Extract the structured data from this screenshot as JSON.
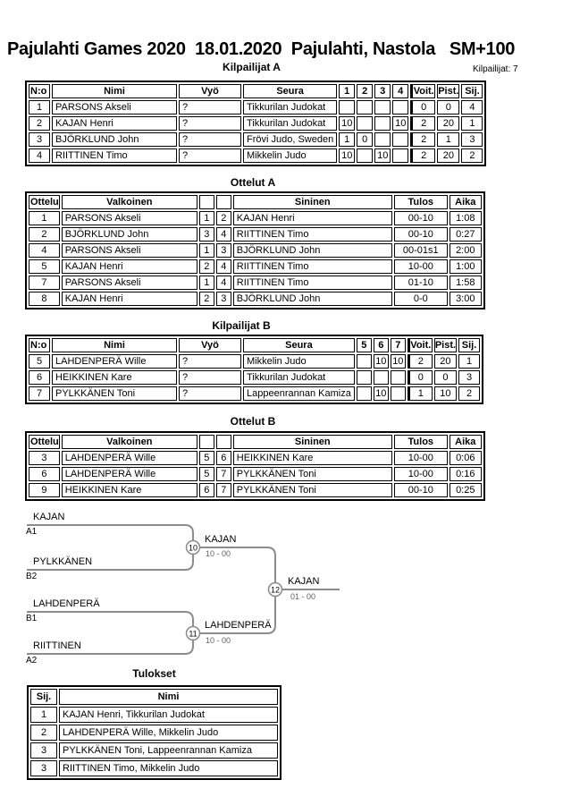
{
  "page": {
    "title": "Pajulahti Games 2020  18.01.2020  Pajulahti, Nastola   SM+100",
    "participants_label": "Kilpailijat: 7"
  },
  "pool_a": {
    "heading": "Kilpailijat A",
    "headers": {
      "no": "N:o",
      "name": "Nimi",
      "belt": "Vyö",
      "club": "Seura",
      "c1": "1",
      "c2": "2",
      "c3": "3",
      "c4": "4",
      "wins": "Voit.",
      "points": "Pist.",
      "place": "Sij."
    },
    "rows": [
      {
        "no": "1",
        "name": "PARSONS Akseli",
        "belt": "?",
        "club": "Tikkurilan Judokat",
        "c1": "",
        "c2": "",
        "c3": "",
        "c4": "",
        "wins": "0",
        "points": "0",
        "place": "4"
      },
      {
        "no": "2",
        "name": "KAJAN Henri",
        "belt": "?",
        "club": "Tikkurilan Judokat",
        "c1": "10",
        "c2": "",
        "c3": "",
        "c4": "10",
        "wins": "2",
        "points": "20",
        "place": "1"
      },
      {
        "no": "3",
        "name": "BJÖRKLUND John",
        "belt": "?",
        "club": "Frövi Judo, Sweden",
        "c1": "1",
        "c2": "0",
        "c3": "",
        "c4": "",
        "wins": "2",
        "points": "1",
        "place": "3"
      },
      {
        "no": "4",
        "name": "RIITTINEN Timo",
        "belt": "?",
        "club": "Mikkelin Judo",
        "c1": "10",
        "c2": "",
        "c3": "10",
        "c4": "",
        "wins": "2",
        "points": "20",
        "place": "2"
      }
    ]
  },
  "matches_a": {
    "heading": "Ottelut A",
    "headers": {
      "match": "Ottelu",
      "white": "Valkoinen",
      "blue": "Sininen",
      "result": "Tulos",
      "time": "Aika"
    },
    "rows": [
      {
        "no": "1",
        "white": "PARSONS Akseli",
        "wn": "1",
        "bn": "2",
        "blue": "KAJAN Henri",
        "result": "00-10",
        "time": "1:08"
      },
      {
        "no": "2",
        "white": "BJÖRKLUND John",
        "wn": "3",
        "bn": "4",
        "blue": "RIITTINEN Timo",
        "result": "00-10",
        "time": "0:27"
      },
      {
        "no": "4",
        "white": "PARSONS Akseli",
        "wn": "1",
        "bn": "3",
        "blue": "BJÖRKLUND John",
        "result": "00-01s1",
        "time": "2:00"
      },
      {
        "no": "5",
        "white": "KAJAN Henri",
        "wn": "2",
        "bn": "4",
        "blue": "RIITTINEN Timo",
        "result": "10-00",
        "time": "1:00"
      },
      {
        "no": "7",
        "white": "PARSONS Akseli",
        "wn": "1",
        "bn": "4",
        "blue": "RIITTINEN Timo",
        "result": "01-10",
        "time": "1:58"
      },
      {
        "no": "8",
        "white": "KAJAN Henri",
        "wn": "2",
        "bn": "3",
        "blue": "BJÖRKLUND John",
        "result": "0-0",
        "time": "3:00"
      }
    ]
  },
  "pool_b": {
    "heading": "Kilpailijat B",
    "headers": {
      "no": "N:o",
      "name": "Nimi",
      "belt": "Vyö",
      "club": "Seura",
      "c1": "5",
      "c2": "6",
      "c3": "7",
      "wins": "Voit.",
      "points": "Pist.",
      "place": "Sij."
    },
    "rows": [
      {
        "no": "5",
        "name": "LAHDENPERÄ Wille",
        "belt": "?",
        "club": "Mikkelin Judo",
        "c1": "",
        "c2": "10",
        "c3": "10",
        "wins": "2",
        "points": "20",
        "place": "1"
      },
      {
        "no": "6",
        "name": "HEIKKINEN Kare",
        "belt": "?",
        "club": "Tikkurilan Judokat",
        "c1": "",
        "c2": "",
        "c3": "",
        "wins": "0",
        "points": "0",
        "place": "3"
      },
      {
        "no": "7",
        "name": "PYLKKÄNEN Toni",
        "belt": "?",
        "club": "Lappeenrannan Kamiza",
        "c1": "",
        "c2": "10",
        "c3": "",
        "wins": "1",
        "points": "10",
        "place": "2"
      }
    ]
  },
  "matches_b": {
    "heading": "Ottelut B",
    "headers": {
      "match": "Ottelu",
      "white": "Valkoinen",
      "blue": "Sininen",
      "result": "Tulos",
      "time": "Aika"
    },
    "rows": [
      {
        "no": "3",
        "white": "LAHDENPERÄ Wille",
        "wn": "5",
        "bn": "6",
        "blue": "HEIKKINEN Kare",
        "result": "10-00",
        "time": "0:06"
      },
      {
        "no": "6",
        "white": "LAHDENPERÄ Wille",
        "wn": "5",
        "bn": "7",
        "blue": "PYLKKÄNEN Toni",
        "result": "10-00",
        "time": "0:16"
      },
      {
        "no": "9",
        "white": "HEIKKINEN Kare",
        "wn": "6",
        "bn": "7",
        "blue": "PYLKKÄNEN Toni",
        "result": "00-10",
        "time": "0:25"
      }
    ]
  },
  "bracket": {
    "slots": [
      {
        "name": "KAJAN",
        "seed": "A1"
      },
      {
        "name": "PYLKKÄNEN",
        "seed": "B2"
      },
      {
        "name": "LAHDENPERÄ",
        "seed": "B1"
      },
      {
        "name": "RIITTINEN",
        "seed": "A2"
      }
    ],
    "semifinal_1": {
      "match_no": "10",
      "winner": "KAJAN",
      "score": "10 - 00"
    },
    "semifinal_2": {
      "match_no": "11",
      "winner": "LAHDENPERÄ",
      "score": "10 - 00"
    },
    "final": {
      "match_no": "12",
      "winner": "KAJAN",
      "score": "01 - 00"
    },
    "line_color": "#8c8c8c",
    "score_color": "#606060"
  },
  "results": {
    "heading": "Tulokset",
    "headers": {
      "place": "Sij.",
      "name": "Nimi"
    },
    "rows": [
      {
        "place": "1",
        "name": "KAJAN Henri, Tikkurilan Judokat"
      },
      {
        "place": "2",
        "name": "LAHDENPERÄ Wille, Mikkelin Judo"
      },
      {
        "place": "3",
        "name": "PYLKKÄNEN Toni, Lappeenrannan Kamiza"
      },
      {
        "place": "3",
        "name": "RIITTINEN Timo, Mikkelin Judo"
      }
    ]
  }
}
